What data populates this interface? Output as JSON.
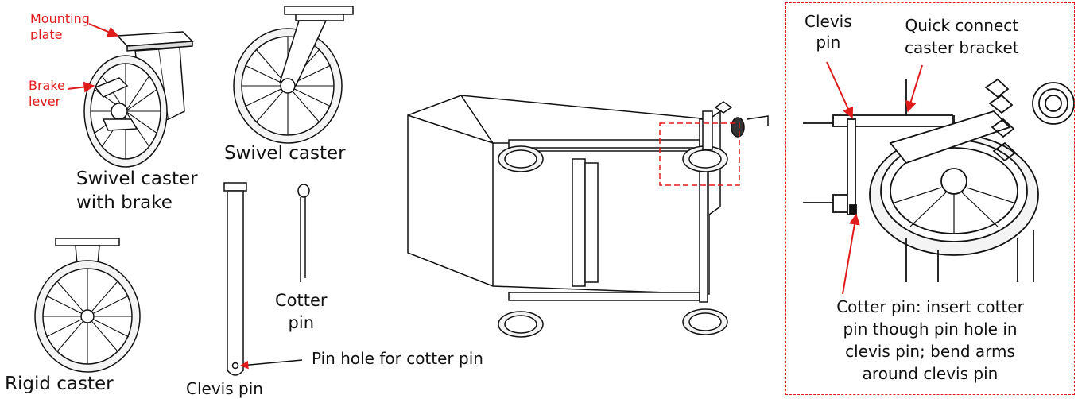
{
  "labels": {
    "mounting_plate_1": "Mounting",
    "mounting_plate_2": "plate",
    "brake_lever_1": "Brake",
    "brake_lever_2": "lever",
    "swivel_brake_1": "Swivel caster",
    "swivel_brake_2": "with brake",
    "swivel": "Swivel caster",
    "rigid": "Rigid caster",
    "clevis_pin": "Clevis pin",
    "cotter_pin_1": "Cotter",
    "cotter_pin_2": "pin",
    "pin_hole": "Pin hole for cotter pin",
    "detail_clevis_1": "Clevis",
    "detail_clevis_2": "pin",
    "detail_bracket_1": "Quick connect",
    "detail_bracket_2": "caster bracket",
    "detail_cotter_1": "Cotter pin: insert cotter",
    "detail_cotter_2": "pin though pin hole in",
    "detail_cotter_3": "clevis pin; bend arms",
    "detail_cotter_4": "around clevis pin"
  },
  "colors": {
    "annotation": "#e01b1b",
    "line": "#111111",
    "rim": "#f2f2f2"
  }
}
